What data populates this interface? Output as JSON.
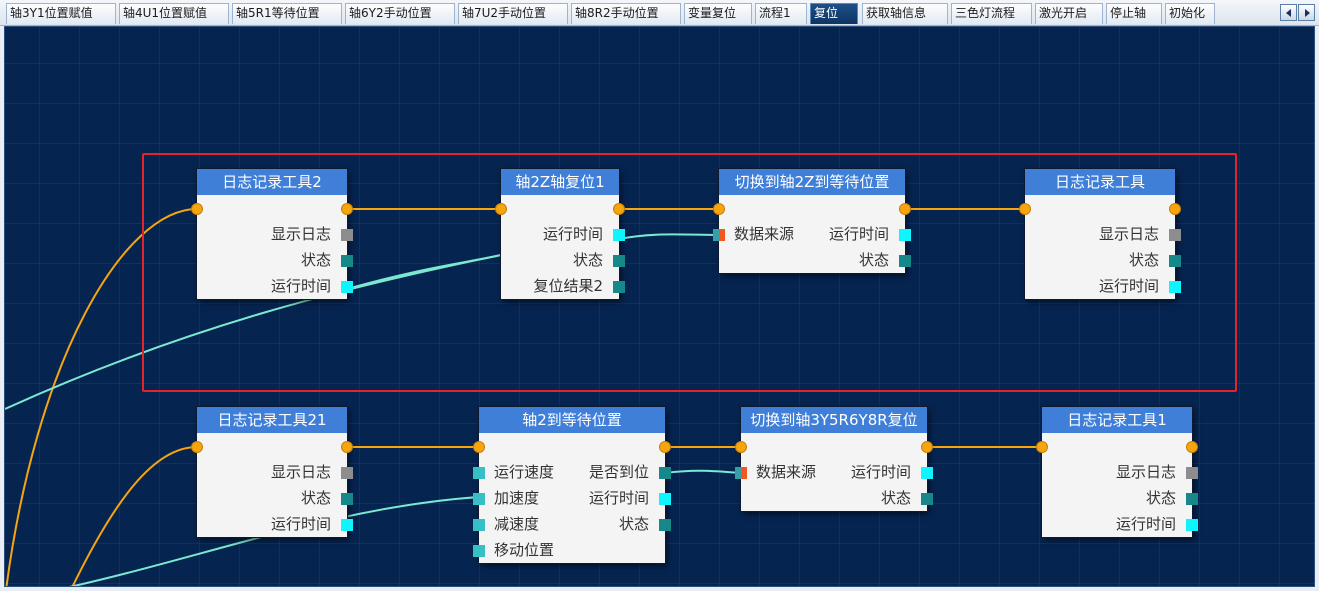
{
  "tabs": [
    {
      "label": "轴3Y1位置赋值"
    },
    {
      "label": "轴4U1位置赋值"
    },
    {
      "label": "轴5R1等待位置"
    },
    {
      "label": "轴6Y2手动位置"
    },
    {
      "label": "轴7U2手动位置"
    },
    {
      "label": "轴8R2手动位置"
    },
    {
      "label": "变量复位"
    },
    {
      "label": "流程1"
    },
    {
      "label": "复位",
      "active": true
    },
    {
      "label": "获取轴信息"
    },
    {
      "label": "三色灯流程"
    },
    {
      "label": "激光开启"
    },
    {
      "label": "停止轴"
    },
    {
      "label": "初始化"
    }
  ],
  "nav": {
    "prev_icon": "triangle-left-icon",
    "next_icon": "triangle-right-icon"
  },
  "colors": {
    "canvas_bg": "#062450",
    "node_title_bg": "#3f7fd8",
    "node_body_bg": "#f4f4f4",
    "exec_wire": "#f6a511",
    "data_wire": "#7de8d0",
    "highlight_frame": "#e3242b",
    "active_tab": "#0d3563"
  },
  "nodes": {
    "log2": {
      "title": "日志记录工具2",
      "rows": [
        "显示日志",
        "状态",
        "运行时间"
      ]
    },
    "axis2z_reset": {
      "title": "轴2Z轴复位1",
      "rows": [
        "运行时间",
        "状态",
        "复位结果2"
      ]
    },
    "switch_2z": {
      "title": "切换到轴2Z到等待位置",
      "input": "数据来源",
      "rows": [
        "运行时间",
        "状态"
      ]
    },
    "log1_top": {
      "title": "日志记录工具",
      "rows": [
        "显示日志",
        "状态",
        "运行时间"
      ]
    },
    "log21": {
      "title": "日志记录工具21",
      "rows": [
        "显示日志",
        "状态",
        "运行时间"
      ]
    },
    "axis2_wait": {
      "title": "轴2到等待位置",
      "inputs": [
        "运行速度",
        "加速度",
        "减速度",
        "移动位置"
      ],
      "outputs": [
        "是否到位",
        "运行时间",
        "状态"
      ]
    },
    "switch_3y": {
      "title": "切换到轴3Y5R6Y8R复位",
      "input": "数据来源",
      "rows": [
        "运行时间",
        "状态"
      ]
    },
    "log1": {
      "title": "日志记录工具1",
      "rows": [
        "显示日志",
        "状态",
        "运行时间"
      ]
    }
  }
}
